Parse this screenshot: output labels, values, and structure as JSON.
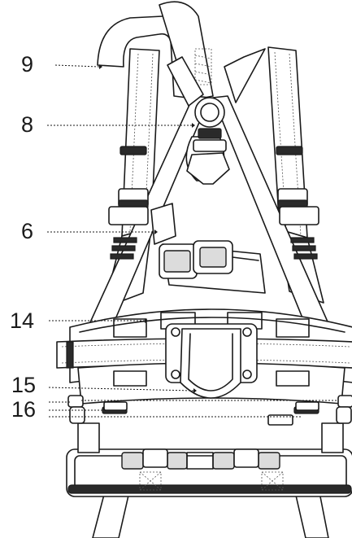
{
  "callouts": [
    {
      "id": "9",
      "label": "9"
    },
    {
      "id": "8",
      "label": "8"
    },
    {
      "id": "6",
      "label": "6"
    },
    {
      "id": "14",
      "label": "14"
    },
    {
      "id": "15",
      "label": "15"
    },
    {
      "id": "16",
      "label": "16"
    }
  ]
}
